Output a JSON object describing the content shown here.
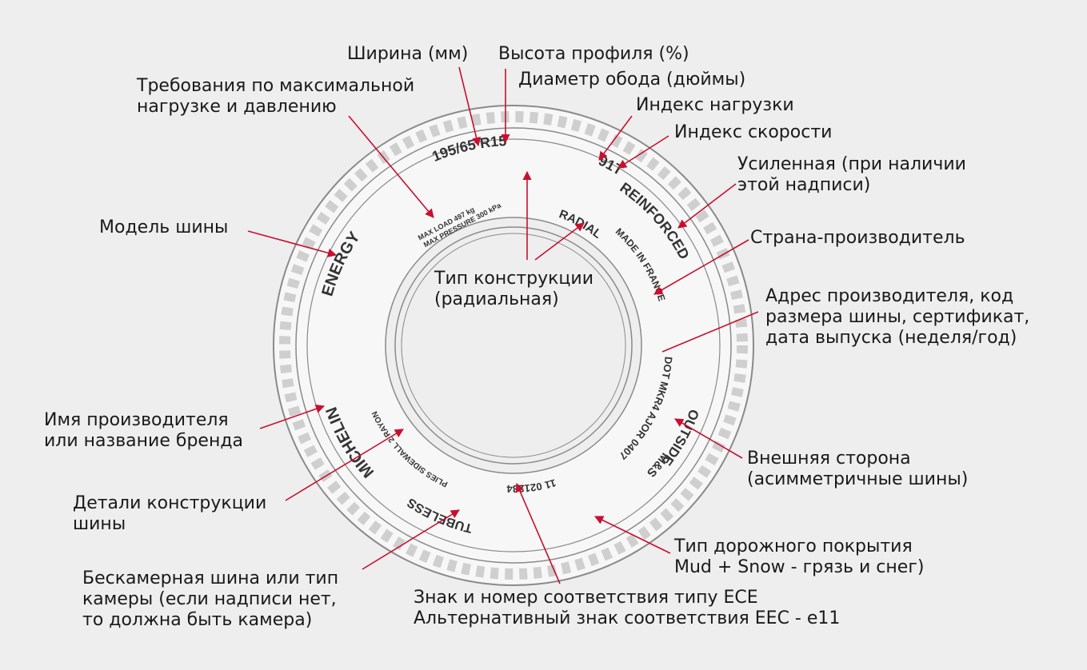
{
  "tire_markings": {
    "size": "195/65 R15",
    "load_speed": "91T",
    "radial": "RADIAL",
    "reinforced": "REINFORCED",
    "made_in": "MADE IN FRANCE",
    "dot": "DOT MKR4 AJOR 0407",
    "outside": "OUTSIDE",
    "ms": "M&S",
    "ece": "11 021234",
    "tubeless": "TUBELESS",
    "plies": "PLIES SIDEWALL 2 RAYON",
    "brand": "MICHELIN",
    "model": "ENERGY",
    "max_load": "MAX LOAD 497 kg",
    "max_pressure": "MAX PRESSURE 300 kPa"
  },
  "labels": {
    "width": "Ширина (мм)",
    "profile_height": "Высота профиля (%)",
    "rim_diameter": "Диаметр обода (дюймы)",
    "load_index": "Индекс нагрузки",
    "speed_index": "Индекс скорости",
    "reinforced": [
      "Усиленная (при наличии",
      "этой надписи)"
    ],
    "country": "Страна-производитель",
    "address": [
      "Адрес производителя, код",
      "размера шины, сертификат,",
      "дата выпуска (неделя/год)"
    ],
    "outer_side": [
      "Внешняя сторона",
      "(асимметричные шины)"
    ],
    "road_type": [
      "Тип дорожного покрытия",
      "Mud + Snow - грязь и снег)"
    ],
    "ece_mark": [
      "Знак и номер соответствия типу ECE",
      "Альтернативный знак соответствия EEC - e11"
    ],
    "tubeless": [
      "Бескамерная шина или тип",
      "камеры (если надписи нет,",
      "то должна быть камера)"
    ],
    "construction_details": [
      "Детали конструкции",
      "шины"
    ],
    "brand": [
      "Имя производителя",
      "или название бренда"
    ],
    "model": "Модель шины",
    "max_load": [
      "Требования по максимальной",
      "нагрузке и давлению"
    ],
    "construction_type": [
      "Тип конструкции",
      "(радиальная)"
    ]
  },
  "colors": {
    "arrow": "#c8102e",
    "tire_outline": "#8a8a8a",
    "background": "#eeeeee"
  }
}
